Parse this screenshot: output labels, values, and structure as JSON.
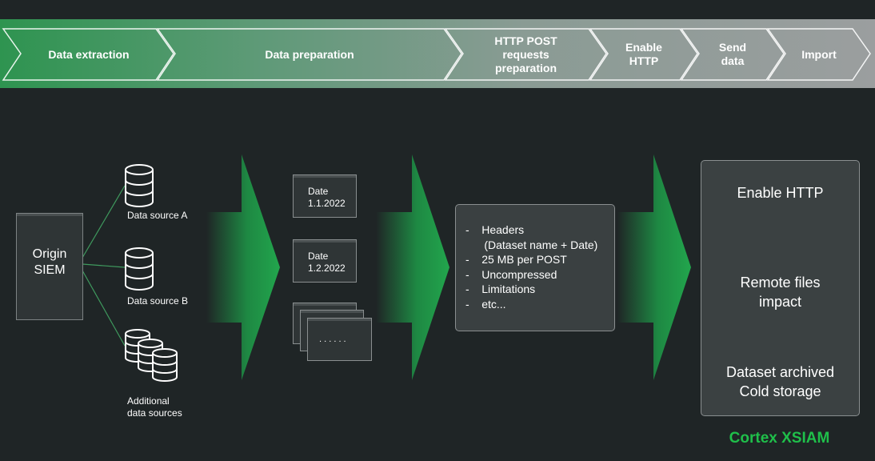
{
  "steps": [
    {
      "label": "Data extraction"
    },
    {
      "label": "Data preparation"
    },
    {
      "label": "HTTP POST\nrequests\npreparation"
    },
    {
      "label": "Enable\nHTTP"
    },
    {
      "label": "Send\ndata"
    },
    {
      "label": "Import"
    }
  ],
  "origin": {
    "label": "Origin\nSIEM"
  },
  "sources": [
    {
      "label": "Data source A"
    },
    {
      "label": "Data source B"
    },
    {
      "label": "Additional\ndata sources"
    }
  ],
  "dates": [
    {
      "label": "Date\n1.1.2022"
    },
    {
      "label": "Date\n1.2.2022"
    }
  ],
  "more_dates": {
    "label": ". . . . . ."
  },
  "requests": {
    "items": [
      "-    Headers",
      "      (Dataset name + Date)",
      "-    25 MB per POST",
      "-    Uncompressed",
      "-    Limitations",
      "-    etc..."
    ]
  },
  "xsiam": {
    "steps": [
      {
        "label": "Enable HTTP"
      },
      {
        "label": "Remote files\nimpact"
      },
      {
        "label": "Dataset archived\nCold storage"
      }
    ],
    "brand": "Cortex XSIAM"
  },
  "colors": {
    "accent_green": "#1fbf4a",
    "arrow_green": "#1e9a48",
    "background": "#1f2526"
  }
}
